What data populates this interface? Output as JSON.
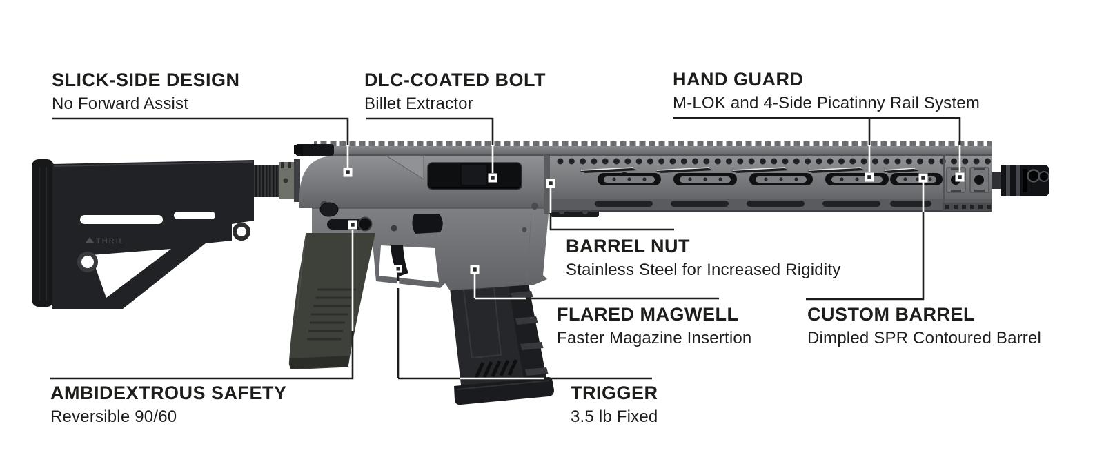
{
  "figure": {
    "description": "Rifle feature callout diagram, right-side view of gray AR-15 style rifle on white background",
    "stock_brand": "THRIL",
    "colors": {
      "background": "#ffffff",
      "text": "#1d1d1b",
      "callout_line_dark": "#1d1d1b",
      "callout_line_light": "#ffffff",
      "receiver_gray": "#7b7d80",
      "black_parts": "#17181a",
      "grip_olive": "#3d413a"
    }
  },
  "callouts": [
    {
      "id": "slick-side-design",
      "title": "SLICK-SIDE DESIGN",
      "subtitle": "No Forward Assist"
    },
    {
      "id": "dlc-coated-bolt",
      "title": "DLC-COATED BOLT",
      "subtitle": "Billet Extractor"
    },
    {
      "id": "hand-guard",
      "title": "HAND GUARD",
      "subtitle": "M-LOK and 4-Side Picatinny Rail System"
    },
    {
      "id": "barrel-nut",
      "title": "BARREL NUT",
      "subtitle": "Stainless Steel for Increased Rigidity"
    },
    {
      "id": "flared-magwell",
      "title": "FLARED MAGWELL",
      "subtitle": "Faster Magazine Insertion"
    },
    {
      "id": "custom-barrel",
      "title": "CUSTOM BARREL",
      "subtitle": "Dimpled SPR Contoured Barrel"
    },
    {
      "id": "ambidextrous-safety",
      "title": "AMBIDEXTROUS SAFETY",
      "subtitle": "Reversible 90/60"
    },
    {
      "id": "trigger",
      "title": "TRIGGER",
      "subtitle": "3.5 lb Fixed"
    }
  ]
}
